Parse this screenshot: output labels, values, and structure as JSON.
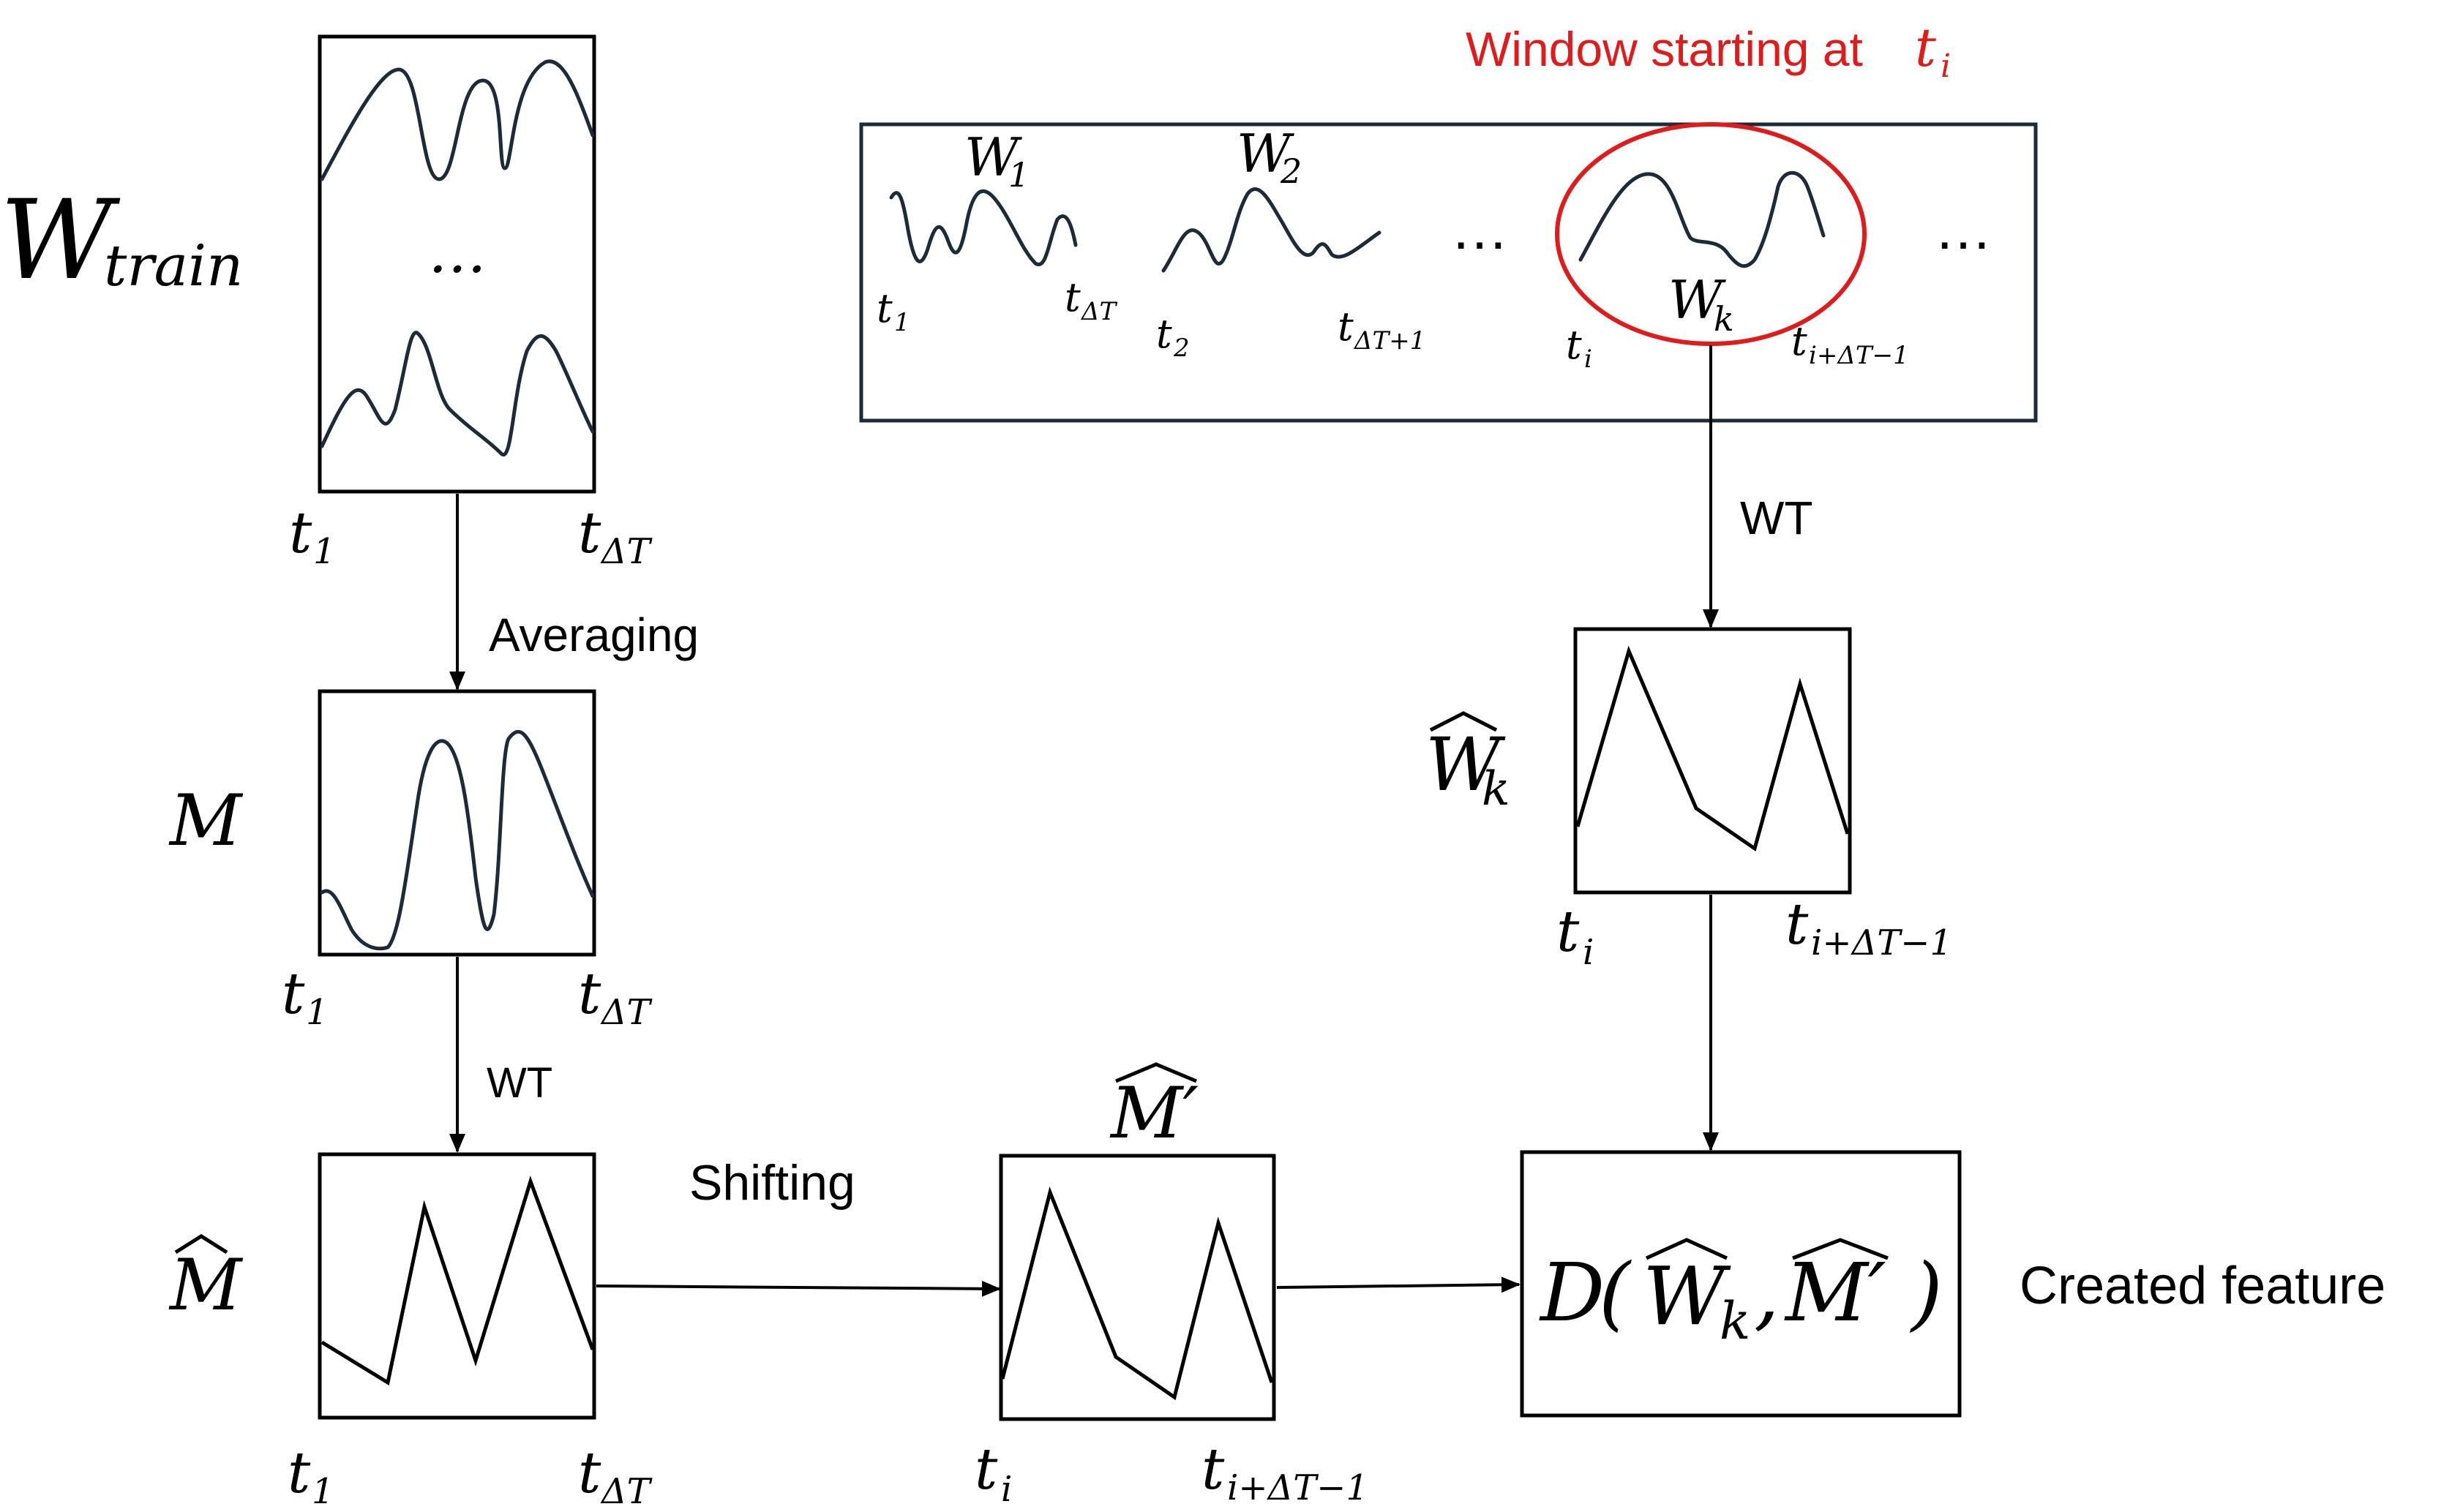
{
  "labels": {
    "w_train_main": "W",
    "w_train_sub": "train",
    "ellipsis": "…",
    "t1": "t",
    "t1_sub": "1",
    "t_dT": "t",
    "t_dT_sub": "ΔT",
    "t2": "t",
    "t2_sub": "2",
    "t_dT1_sub": "ΔT+1",
    "t_i": "t",
    "t_i_sub": "i",
    "t_idT_sub": "i+ΔT−1",
    "averaging": "Averaging",
    "wt": "WT",
    "shifting": "Shifting",
    "created_feature": "Created feature",
    "window_title_prefix": "Window starting at ",
    "M": "M",
    "M_hat": "M",
    "M_prime_hat": "M′",
    "W": "W",
    "W1_sub": "1",
    "W2_sub": "2",
    "Wk_sub": "k",
    "W_hat": "W",
    "D_prefix": "D",
    "D_open": "(",
    "D_comma": ",",
    "D_close": ")",
    "M_prime_d": "M′"
  },
  "colors": {
    "stroke": "#000000",
    "curve": "#1c2b3a",
    "highlight": "#e01b1b"
  }
}
